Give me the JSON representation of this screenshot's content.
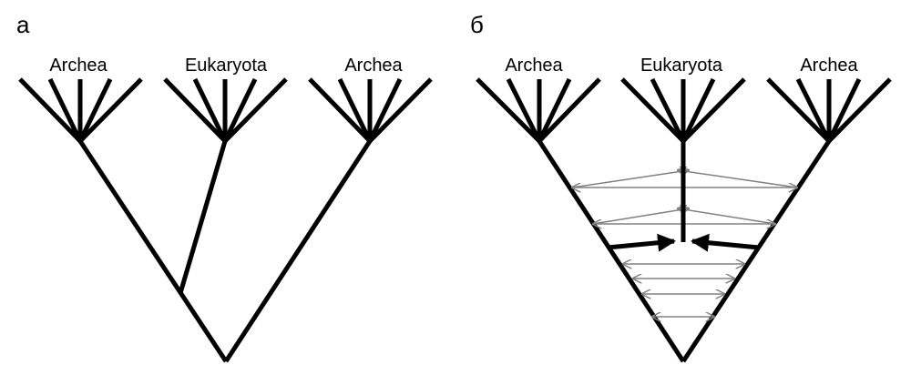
{
  "panel_a": {
    "letter": "а",
    "taxa": [
      "Archea",
      "Eukaryota",
      "Archea"
    ]
  },
  "panel_b": {
    "letter": "б",
    "taxa": [
      "Archea",
      "Eukaryota",
      "Archea"
    ]
  },
  "colors": {
    "tree": "#000000",
    "transfer_arrows": "#808080"
  }
}
